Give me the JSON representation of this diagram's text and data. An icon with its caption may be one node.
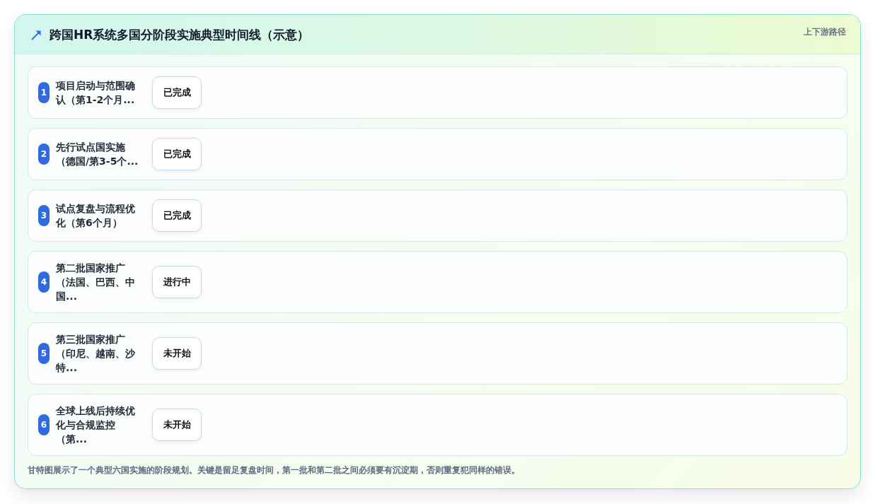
{
  "diagram": {
    "title": "跨国HR系统多国分阶段实施典型时间线（示意）",
    "caption": "甘特图展示了一个典型六国实施的阶段规划。关键是留足复盘时间，第一批和第二批之间必须要有沉淀期，否则重复犯同样的错误。",
    "nodes": [
      {
        "text": [
          "项目启动与范围确认（第1-2个月..."
        ]
      },
      {
        "text": [
          "1"
        ],
        "in": 0
      },
      {
        "text": [
          "已完成"
        ],
        "in": 0
      },
      {
        "text": [
          "先行试点国实施（德国/第3-5个..."
        ]
      },
      {
        "text": [
          "2"
        ],
        "in": 3
      },
      {
        "text": [
          "已完成"
        ],
        "in": 3
      },
      {
        "text": [
          "试点复盘与流程优化（第6个月）"
        ]
      },
      {
        "text": [
          "3"
        ],
        "in": 6
      },
      {
        "text": [
          "已完成"
        ],
        "in": 6
      },
      {
        "text": [
          "第二批国家推广（法国、巴西、中国..."
        ]
      },
      {
        "text": [
          "4"
        ],
        "in": 9
      },
      {
        "text": [
          "进行中"
        ],
        "in": 9
      },
      {
        "text": [
          "第三批国家推广（印尼、越南、沙特..."
        ]
      },
      {
        "text": [
          "5"
        ],
        "in": 12
      },
      {
        "text": [
          "未开始"
        ],
        "in": 12
      },
      {
        "text": [
          "全球上线后持续优化与合规监控（第..."
        ]
      },
      {
        "text": [
          "6"
        ],
        "in": 15
      },
      {
        "text": [
          "未开始"
        ],
        "in": 15
      }
    ],
    "edges": [],
    "labels": [
      "上下游路径"
    ]
  }
}
